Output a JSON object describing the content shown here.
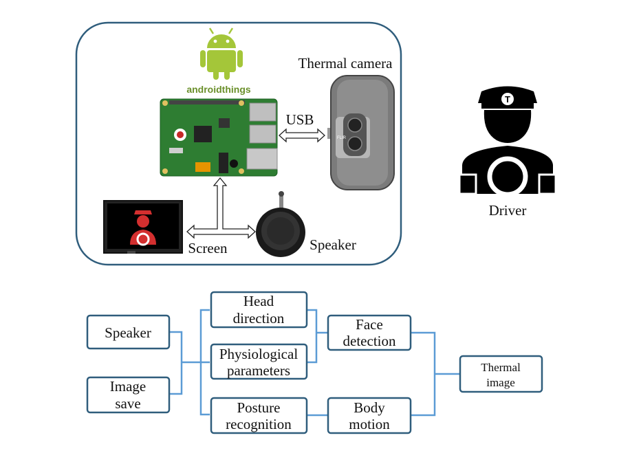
{
  "hardware": {
    "brand_text": "androidthings",
    "thermal_camera_label": "Thermal camera",
    "camera_brand": "FLIR",
    "usb_label": "USB",
    "screen_label": "Screen",
    "speaker_label": "Speaker",
    "driver_label": "Driver"
  },
  "flow": {
    "speaker": [
      "Speaker"
    ],
    "image_save": [
      "Image",
      "save"
    ],
    "head_direction": [
      "Head",
      "direction"
    ],
    "physiological": [
      "Physiological",
      "parameters"
    ],
    "posture": [
      "Posture",
      "recognition"
    ],
    "face_detection": [
      "Face",
      "detection"
    ],
    "body_motion": [
      "Body",
      "motion"
    ],
    "thermal_image": [
      "Thermal",
      "image"
    ]
  },
  "colors": {
    "frame": "#2f5d7c",
    "connector": "#5b9bd5",
    "android_green": "#a4c639",
    "board_green": "#2e7d32",
    "driver_red": "#d32f2f"
  }
}
